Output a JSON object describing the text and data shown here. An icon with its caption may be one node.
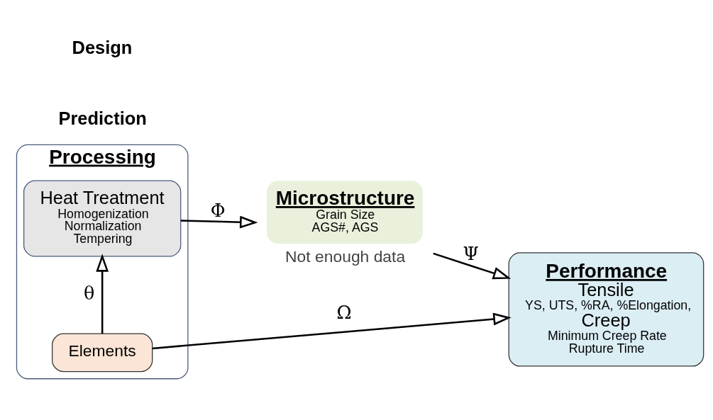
{
  "diagram": {
    "nodes": [
      {
        "text": [
          "Processing"
        ]
      },
      {
        "text": [
          "Elements"
        ],
        "in": 0
      },
      {
        "text": [
          "Heat Treatment",
          "Homogenization",
          "Normalization",
          "Tempering"
        ],
        "in": 0
      },
      {
        "text": [
          "Microstructure",
          "Grain Size",
          "AGS#, AGS"
        ],
        "beside": [
          "Not enough data"
        ]
      },
      {
        "text": [
          "Performance",
          "Tensile",
          "YS, UTS, %RA, %Elongation,",
          "Creep",
          "Minimum Creep Rate",
          "Rupture Time"
        ]
      }
    ],
    "edges": [
      {
        "from": 1,
        "to": 4,
        "arrow": "to",
        "label": "Ω"
      },
      {
        "from": 1,
        "to": 2,
        "arrow": "to",
        "label": "θ"
      },
      {
        "from": 2,
        "to": 3,
        "arrow": "to",
        "label": "Φ"
      },
      {
        "from": 3,
        "to": 4,
        "arrow": "to",
        "label": "Ψ"
      }
    ],
    "labels": [
      "Prediction",
      "Design"
    ]
  }
}
